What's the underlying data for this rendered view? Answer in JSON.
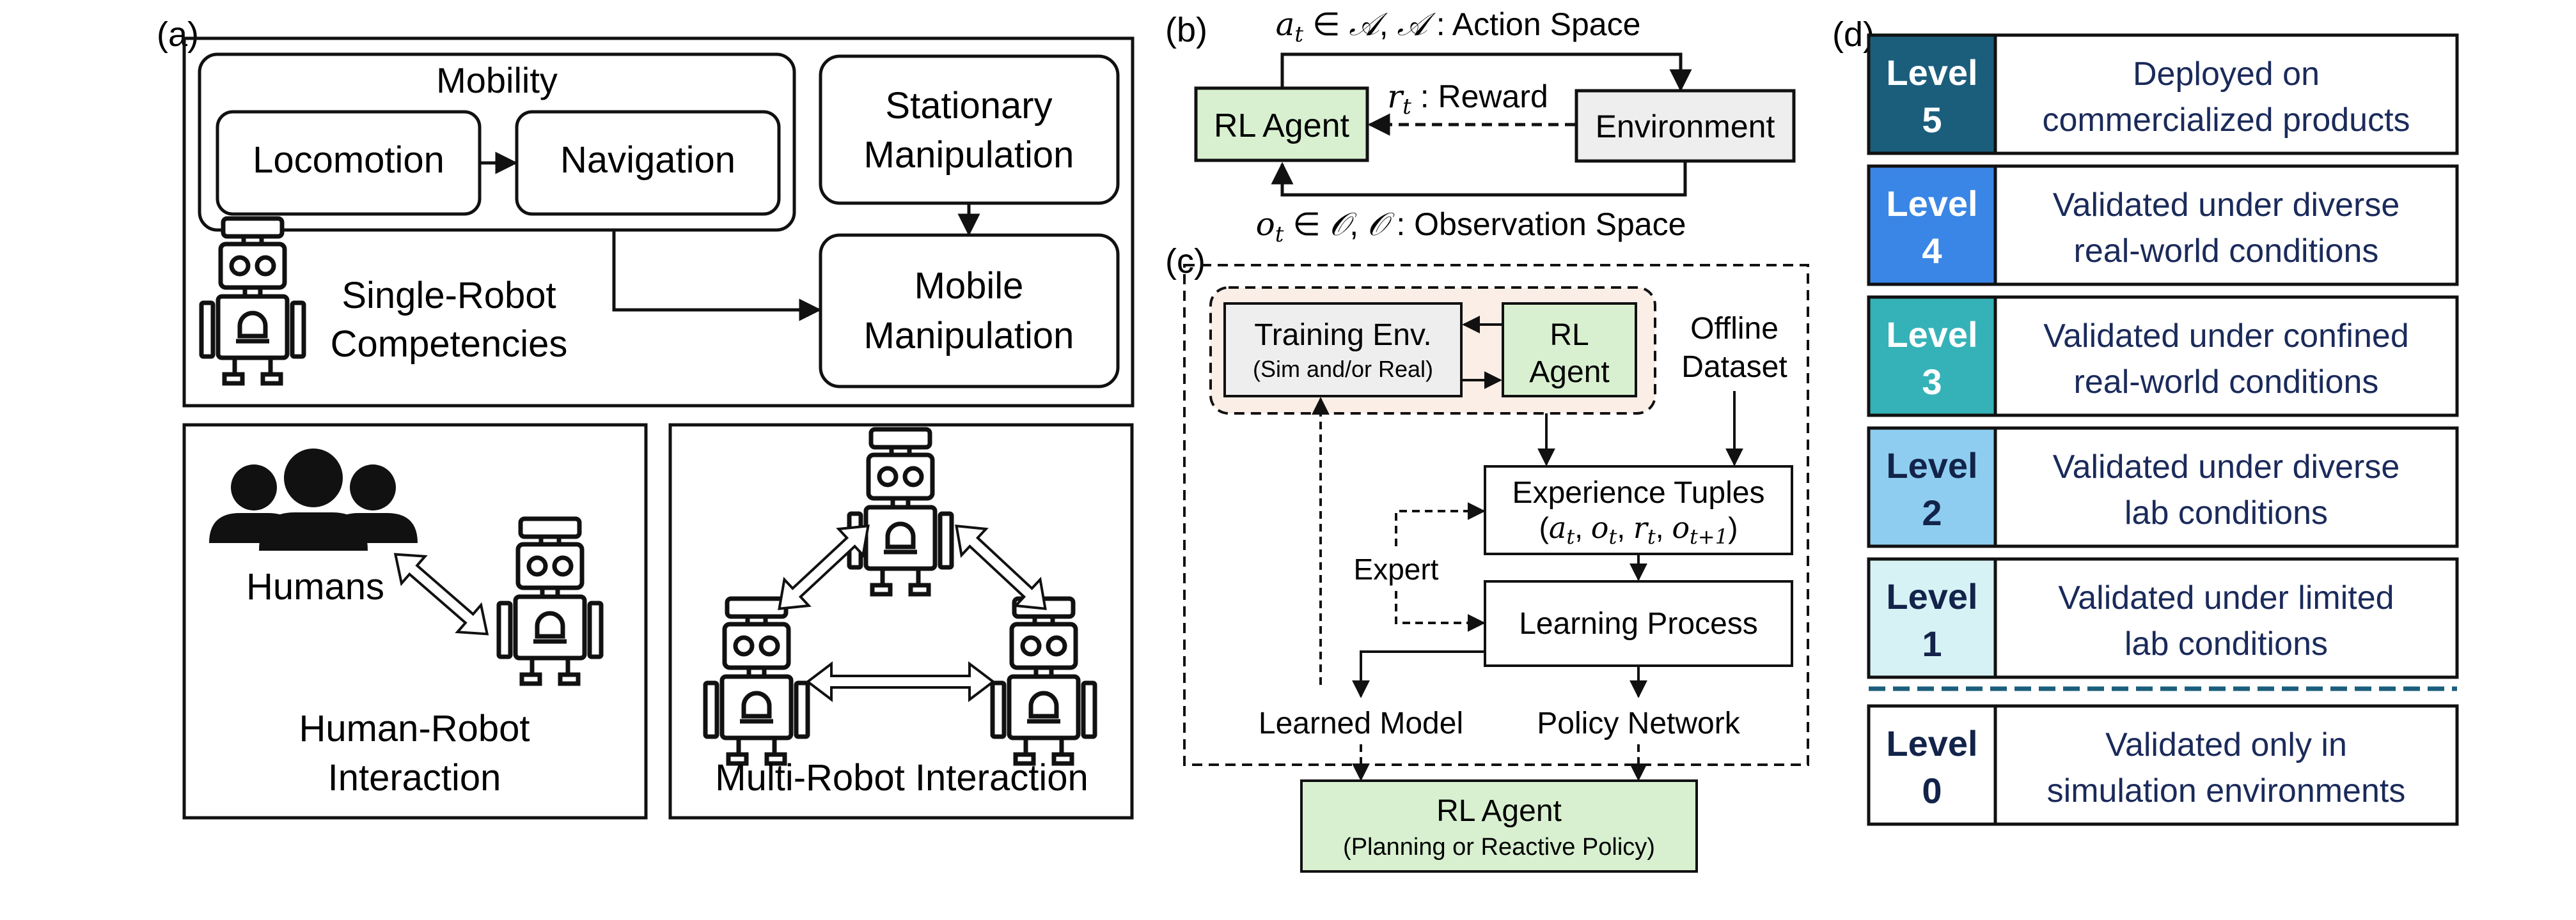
{
  "panel_a": {
    "label": "(a)",
    "mobility": "Mobility",
    "locomotion": "Locomotion",
    "navigation": "Navigation",
    "stationary_1": "Stationary",
    "stationary_2": "Manipulation",
    "mobile_1": "Mobile",
    "mobile_2": "Manipulation",
    "single_1": "Single-Robot",
    "single_2": "Competencies",
    "humans": "Humans",
    "hri_1": "Human-Robot",
    "hri_2": "Interaction",
    "multi": "Multi-Robot Interaction"
  },
  "panel_b": {
    "label": "(b)",
    "action": "a_t ∈ 𝒜,  𝒜 : Action Space",
    "agent": "RL Agent",
    "reward": "r_t : Reward",
    "environment": "Environment",
    "observation": "o_t ∈ 𝒪,  𝒪 : Observation Space"
  },
  "panel_c": {
    "label": "(c)",
    "training_1": "Training Env.",
    "training_2": "(Sim and/or Real)",
    "rl_1": "RL",
    "rl_2": "Agent",
    "offline_1": "Offline",
    "offline_2": "Dataset",
    "exp_1": "Experience Tuples",
    "exp_2": "(a_t, o_t, r_t, o_t+1)",
    "expert": "Expert",
    "learning": "Learning Process",
    "learned_model": "Learned Model",
    "policy_network": "Policy Network",
    "final_1": "RL Agent",
    "final_2": "(Planning or Reactive Policy)"
  },
  "panel_d": {
    "label": "(d)",
    "levels": [
      {
        "l1": "Level",
        "l2": "5",
        "d1": "Deployed on",
        "d2": "commercialized products",
        "color": "#1b5e7c",
        "text": "#ffffff"
      },
      {
        "l1": "Level",
        "l2": "4",
        "d1": "Validated under diverse",
        "d2": "real-world conditions",
        "color": "#3a86e6",
        "text": "#ffffff"
      },
      {
        "l1": "Level",
        "l2": "3",
        "d1": "Validated under confined",
        "d2": "real-world conditions",
        "color": "#35b2b7",
        "text": "#ffffff"
      },
      {
        "l1": "Level",
        "l2": "2",
        "d1": "Validated under diverse",
        "d2": "lab conditions",
        "color": "#8ecdf0",
        "text": "#13234a"
      },
      {
        "l1": "Level",
        "l2": "1",
        "d1": "Validated under limited",
        "d2": "lab conditions",
        "color": "#d6f2f5",
        "text": "#13234a"
      },
      {
        "l1": "Level",
        "l2": "0",
        "d1": "Validated only in",
        "d2": "simulation environments",
        "color": "#ffffff",
        "text": "#13234a"
      }
    ],
    "desc_color": "#1a2a5a",
    "separator_color": "#1b5e7c"
  },
  "colors": {
    "agent_fill": "#d8f0d0",
    "env_fill": "#eeeeee",
    "dashed_group_fill": "#fbeee6"
  }
}
